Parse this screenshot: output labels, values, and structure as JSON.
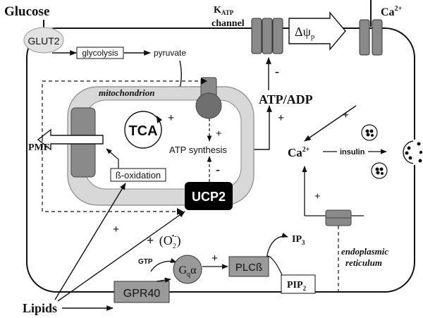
{
  "labels": {
    "glucose": "Glucose",
    "glut2": "GLUT2",
    "glycolysis": "glycolysis",
    "pyruvate": "pyruvate",
    "katp_main": "K",
    "katp_sub": "ATP",
    "channel": "channel",
    "delta_psi": "Δψ",
    "delta_psi_sub": "p",
    "ca_top": "Ca",
    "ca_top_sup": "2+",
    "mitochondrion": "mitochondrion",
    "tca": "TCA",
    "atp_adp": "ATP/ADP",
    "atp_synthesis": "ATP synthesis",
    "pmf": "PMF",
    "beta_ox": "ß-oxidation",
    "ucp2": "UCP2",
    "ca_mid": "Ca",
    "ca_mid_sup": "2+",
    "insulin": "insulin",
    "superoxide": "(O",
    "superoxide_sub": "2",
    "superoxide_sup": "•-",
    "superoxide_close": ")",
    "gtp": "GTP",
    "gq": "G",
    "gq_sub": "q",
    "gq_alpha": "α",
    "plcb": "PLCß",
    "ip3": "IP",
    "ip3_sub": "3",
    "pip2": "PIP",
    "pip2_sub": "2",
    "er_line1": "endoplasmic",
    "er_line2": "reticulum",
    "gpr40": "GPR40",
    "lipids": "Lipids"
  },
  "signs": {
    "katp_minus": "-",
    "atpadp_plus": "+",
    "ca_plus": "+",
    "tca_plus": "+",
    "synth_plus": "+",
    "ucp2_minus": "-",
    "lipid_plus": "+",
    "superox_plus": "+",
    "gq_plus": "+",
    "er_plus": "+"
  },
  "colors": {
    "line": "#111111",
    "channel_fill": "#8a8a8a",
    "mito_fill": "#d8d8d8",
    "ucp2_fill": "#000000",
    "box_fill": "#9a9a9a",
    "glut2_fill": "#e2e2e2"
  }
}
